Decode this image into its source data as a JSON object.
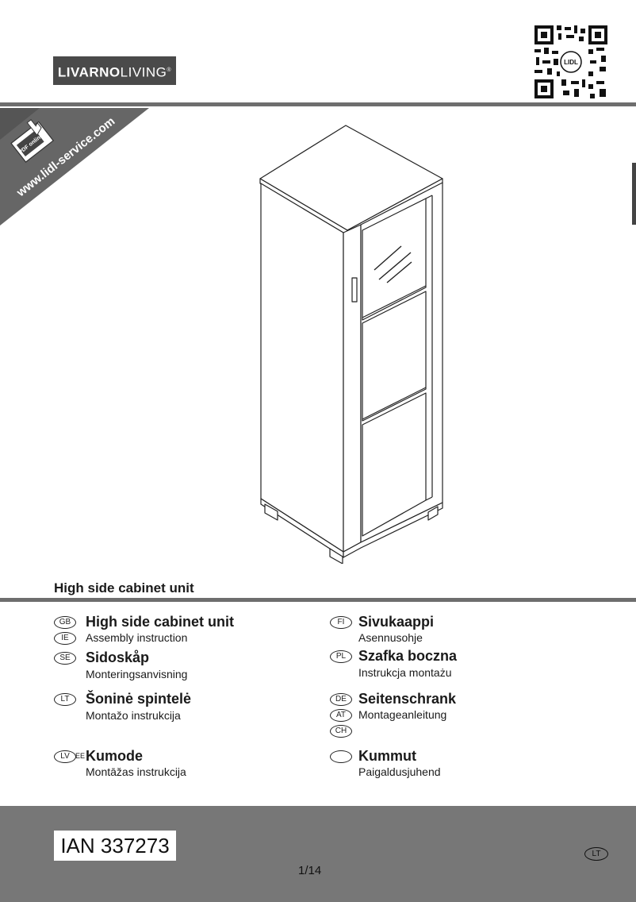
{
  "brand": {
    "name_bold": "LIVARNO",
    "name_regular": "LIVING",
    "mark": "®"
  },
  "banner": {
    "url": "www.lidl-service.com",
    "badge": "PDF online"
  },
  "qr_logo": "LIDL",
  "subtitle": "High side cabinet unit",
  "languages": [
    {
      "codes": [
        "GB",
        "IE"
      ],
      "title": "High side cabinet unit",
      "subtitle": "Assembly instruction"
    },
    {
      "codes": [
        "SE"
      ],
      "title": "Sidoskåp",
      "subtitle": "Monteringsanvisning"
    },
    {
      "codes": [
        "LT"
      ],
      "title": "Šoninė spintelė",
      "subtitle": "Montažo instrukcija"
    },
    {
      "codes": [
        "LV",
        "EE"
      ],
      "title": "Kumode",
      "subtitle": "Montāžas instrukcija"
    },
    {
      "codes": [
        "FI"
      ],
      "title": "Sivukaappi",
      "subtitle": "Asennusohje"
    },
    {
      "codes": [
        "PL"
      ],
      "title": "Szafka boczna",
      "subtitle": "Instrukcja montażu"
    },
    {
      "codes": [
        "DE",
        "AT",
        "CH"
      ],
      "title": "Seitenschrank",
      "subtitle": "Montageanleitung"
    },
    {
      "codes": [
        ""
      ],
      "title": "Kummut",
      "subtitle": "Paigaldusjuhend"
    }
  ],
  "footer": {
    "ian": "IAN 337273",
    "page": "1/14",
    "lang_code": "LT"
  },
  "colors": {
    "band": "#777777",
    "rule": "#6e6e6e",
    "brand_bg": "#4a4a4a"
  }
}
